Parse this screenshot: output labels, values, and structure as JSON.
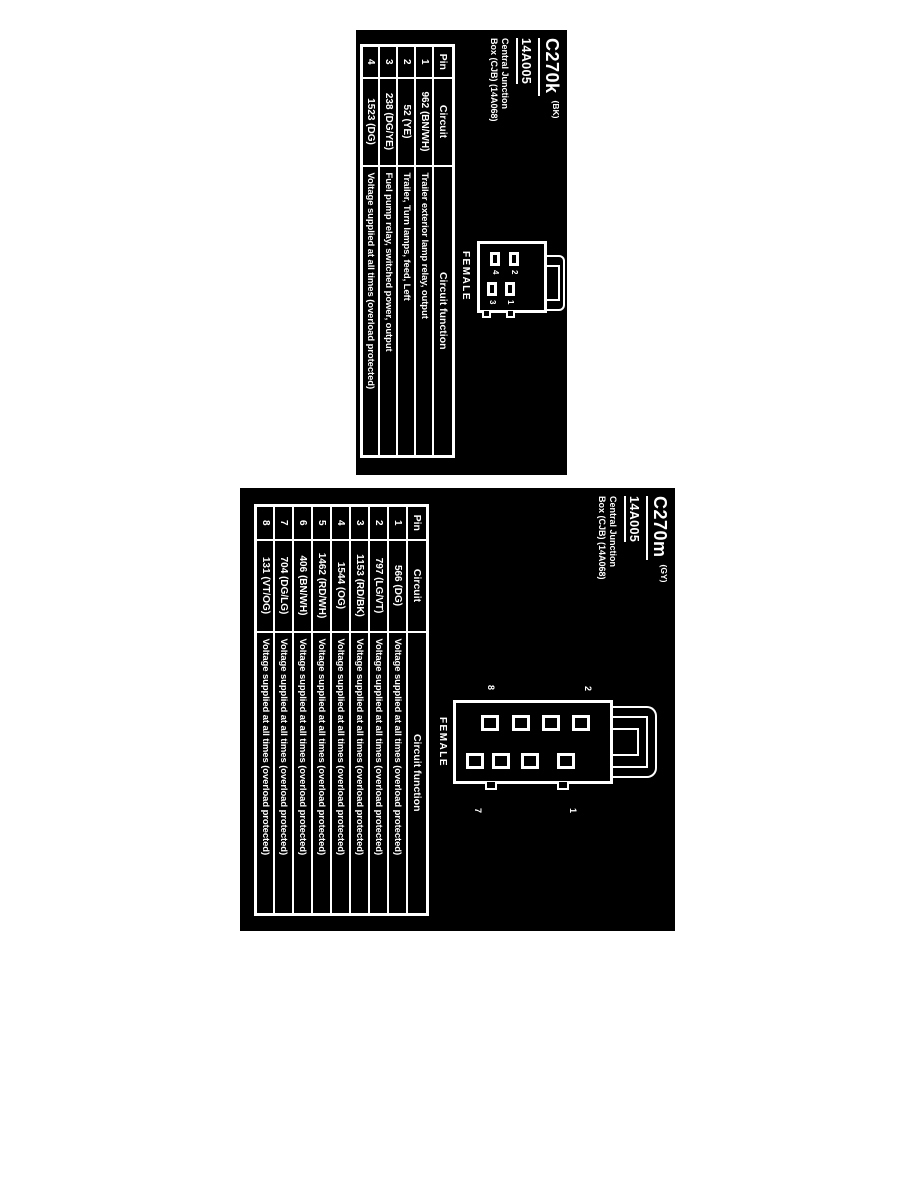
{
  "colors": {
    "page_background": "#ffffff",
    "panel_background": "#000000",
    "text": "#ffffff"
  },
  "panels": [
    {
      "connector_id": "C270k",
      "color_code": "(BK)",
      "part_number": "14A005",
      "component": [
        "Central Junction",
        "Box (CJB) (14A068)"
      ],
      "gender": "FEMALE",
      "diagram": {
        "pin_labels": {
          "top_left": "2",
          "top_right": "1",
          "bottom_left": "4",
          "bottom_right": "3"
        }
      },
      "table": {
        "headers": [
          "Pin",
          "Circuit",
          "Circuit function"
        ],
        "rows": [
          {
            "pin": "1",
            "circuit": "962 (BN/WH)",
            "function": "Trailer exterior lamp relay, output"
          },
          {
            "pin": "2",
            "circuit": "52 (YE)",
            "function": "Trailer, Turn lamps, feed, Left"
          },
          {
            "pin": "3",
            "circuit": "238 (DG/YE)",
            "function": "Fuel pump relay, switched power, output"
          },
          {
            "pin": "4",
            "circuit": "1523 (DG)",
            "function": "Voltage supplied at all times (overload protected)"
          }
        ]
      }
    },
    {
      "connector_id": "C270m",
      "color_code": "(GY)",
      "part_number": "14A005",
      "component": [
        "Central Junction",
        "Box (CJB) (14A068)"
      ],
      "gender": "FEMALE",
      "diagram": {
        "corner_labels": {
          "top_left": "2",
          "top_right": "1",
          "bottom_left": "8",
          "bottom_right": "7"
        }
      },
      "table": {
        "headers": [
          "Pin",
          "Circuit",
          "Circuit function"
        ],
        "rows": [
          {
            "pin": "1",
            "circuit": "566 (DG)",
            "function": "Voltage supplied at all times (overload protected)"
          },
          {
            "pin": "2",
            "circuit": "797 (LG/VT)",
            "function": "Voltage supplied at all times (overload protected)"
          },
          {
            "pin": "3",
            "circuit": "1153 (RD/BK)",
            "function": "Voltage supplied at all times (overload protected)"
          },
          {
            "pin": "4",
            "circuit": "1544 (OG)",
            "function": "Voltage supplied at all times (overload protected)"
          },
          {
            "pin": "5",
            "circuit": "1462 (RD/WH)",
            "function": "Voltage supplied at all times (overload protected)"
          },
          {
            "pin": "6",
            "circuit": "406 (BN/WH)",
            "function": "Voltage supplied at all times (overload protected)"
          },
          {
            "pin": "7",
            "circuit": "704 (DG/LG)",
            "function": "Voltage supplied at all times (overload protected)"
          },
          {
            "pin": "8",
            "circuit": "131 (VT/OG)",
            "function": "Voltage supplied at all times (overload protected)"
          }
        ]
      }
    }
  ]
}
